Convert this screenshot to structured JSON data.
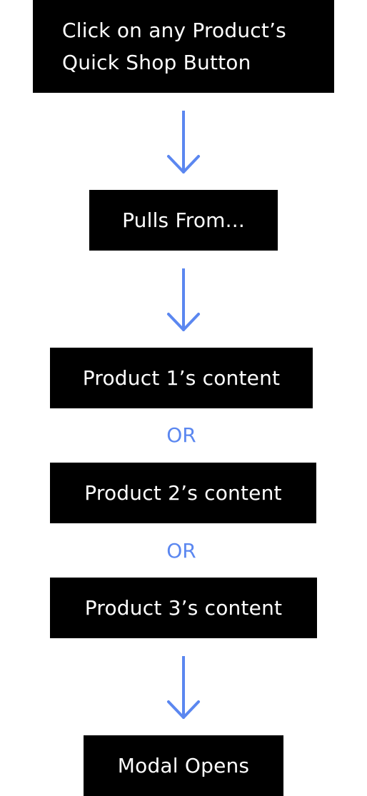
{
  "flow": {
    "step1": {
      "line1": "Click on any Product’s",
      "line2": "Quick Shop Button"
    },
    "step2": "Pulls From...",
    "options": [
      "Product 1’s content",
      "Product 2’s content",
      "Product 3’s content"
    ],
    "separator": "OR",
    "step_final": "Modal Opens"
  },
  "colors": {
    "box_background": "#000000",
    "box_text": "#ffffff",
    "accent": "#5b87f0"
  }
}
